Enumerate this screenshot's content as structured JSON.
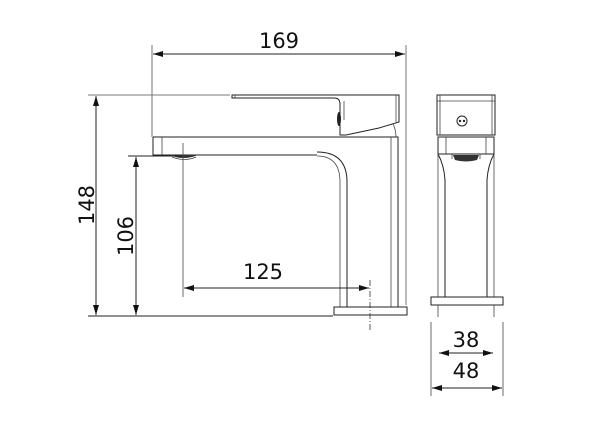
{
  "drawing": {
    "subject": "Basin mixer faucet",
    "views": [
      "side-view",
      "front-view"
    ],
    "line_color": "#222222",
    "background": "#ffffff"
  },
  "dimensions": {
    "overall_length": {
      "label": "169",
      "value": 169
    },
    "overall_height": {
      "label": "148",
      "value": 148
    },
    "spout_height": {
      "label": "106",
      "value": 106
    },
    "spout_reach": {
      "label": "125",
      "value": 125
    },
    "body_width": {
      "label": "38",
      "value": 38
    },
    "base_width": {
      "label": "48",
      "value": 48
    }
  }
}
